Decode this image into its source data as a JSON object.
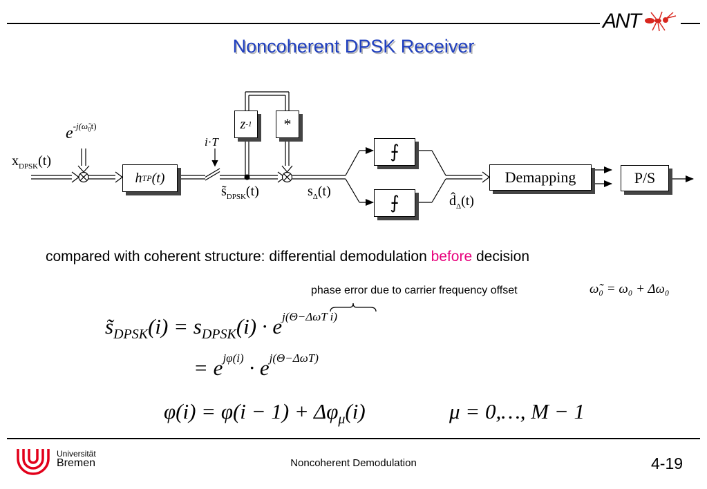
{
  "header": {
    "title": "Noncoherent DPSK Receiver",
    "logo_text": "ANT"
  },
  "diagram": {
    "input_label": {
      "main": "x",
      "sub": "DPSK",
      "arg": "(t)"
    },
    "osc_label": {
      "base": "e",
      "exp": "-j(ω̃",
      "exp_sub": "0",
      "exp_end": "t)"
    },
    "lowpass_label": {
      "main": "h",
      "sub": "TP",
      "arg": "(t)"
    },
    "sampler_label": {
      "pre": "i",
      "dot": "·",
      "post": "T"
    },
    "delay_label": {
      "base": "z",
      "exp": "-1"
    },
    "conj_label": "*",
    "sampled_label": {
      "main": "s̃",
      "sub": "DPSK",
      "arg": "(t)"
    },
    "diff_label": {
      "main": "s",
      "sub": "Δ",
      "arg": "(t)"
    },
    "decision_symbol": "⨍",
    "decided_label": {
      "main": "d̂",
      "sub": "Δ",
      "arg": "(t)"
    },
    "demapping_label": "Demapping",
    "ps_label": "P/S"
  },
  "content": {
    "compare_text_pre": "compared with coherent structure: differential demodulation ",
    "compare_text_highlight": "before",
    "compare_text_post": " decision",
    "highlight_color": "#e8007c",
    "phase_error_note": "phase error due to carrier frequency offset",
    "eq_offset": "ω̃₀ = ω₀ + Δω₀",
    "eq1_lhs": "s̃",
    "eq1_lhs_sub": "DPSK",
    "eq1_mid": "(i) = s",
    "eq1_mid_sub": "DPSK",
    "eq1_rhs": "(i) · e",
    "eq1_exp": "j(Θ−ΔωT i)",
    "eq2_a": "= e",
    "eq2_a_exp": "jφ(i)",
    "eq2_b": " · e",
    "eq2_b_exp": "j(Θ−ΔωT)",
    "eq3_a": "φ(i) = φ(i − 1) + Δφ",
    "eq3_a_sub": "μ",
    "eq3_a_end": "(i)",
    "eq3_b": "μ = 0,…, M − 1"
  },
  "footer": {
    "uni_line1": "Universität",
    "uni_line2": "Bremen",
    "center": "Noncoherent Demodulation",
    "page": "4-19",
    "brand_color": "#e2001a"
  }
}
